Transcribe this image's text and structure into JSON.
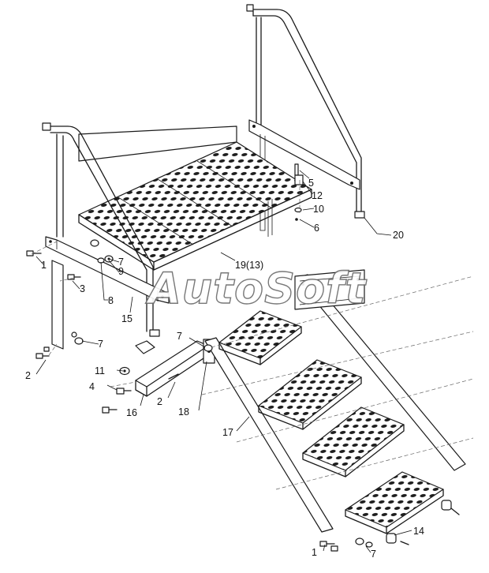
{
  "diagram": {
    "watermark": "AutoSoft",
    "callouts": {
      "c1a": "1",
      "c3": "3",
      "c7a": "7",
      "c9": "9",
      "c8": "8",
      "c15": "15",
      "c7b": "7",
      "c2a": "2",
      "c19": "19(13)",
      "c5": "5",
      "c12": "12",
      "c10": "10",
      "c6": "6",
      "c20": "20",
      "c7c": "7",
      "c11": "11",
      "c4": "4",
      "c16": "16",
      "c2b": "2",
      "c18": "18",
      "c17": "17",
      "c14": "14",
      "c1b": "1",
      "c7d": "7"
    }
  }
}
